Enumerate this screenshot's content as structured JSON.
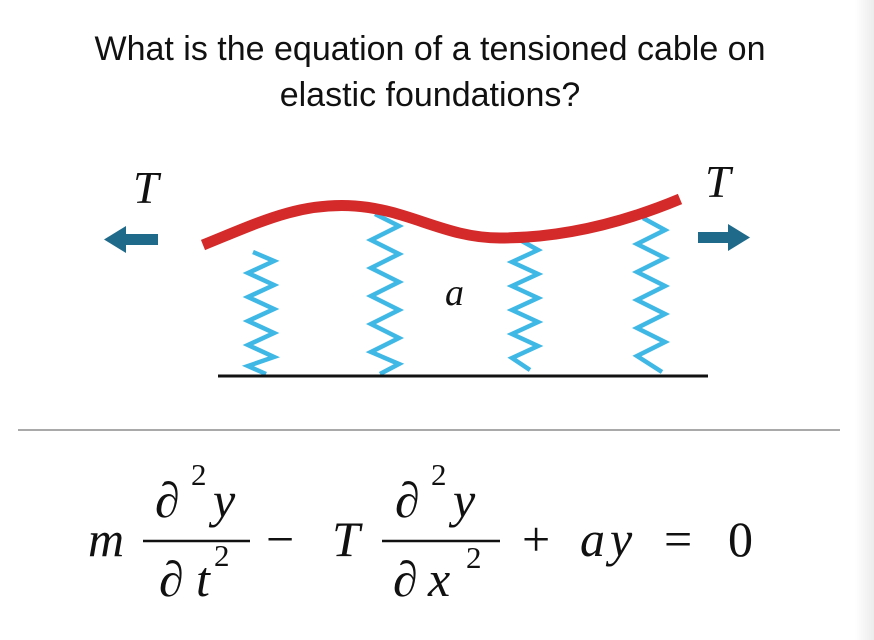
{
  "question": {
    "line1": "What is the equation of a tensioned cable on",
    "line2": "elastic foundations?"
  },
  "diagram": {
    "tension_symbol": "T",
    "foundation_symbol": "a",
    "arrow_left_icon": "arrow-left-icon",
    "arrow_right_icon": "arrow-right-icon",
    "spring_icon": "spring-icon",
    "colors": {
      "cable": "#d42a2a",
      "arrow": "#1f6a8a",
      "spring": "#3fb8e6",
      "ground": "#111111"
    }
  },
  "equation": {
    "mass": "m",
    "del": "∂",
    "exp": "2",
    "y": "y",
    "t": "t",
    "minus": "−",
    "tension": "T",
    "x": "x",
    "plus": "+",
    "a": "a",
    "equals": "=",
    "zero": "0"
  }
}
